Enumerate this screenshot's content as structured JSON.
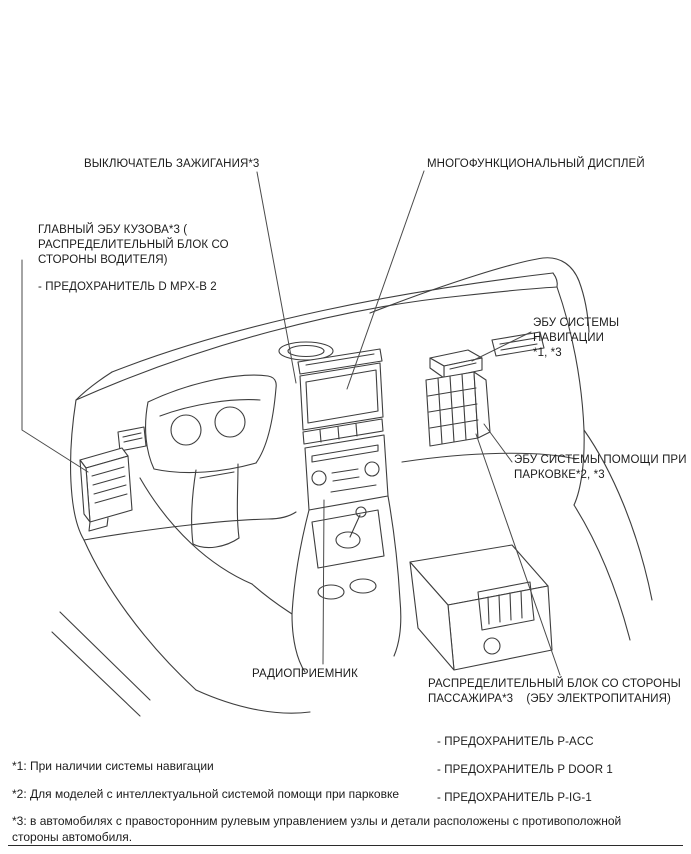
{
  "colors": {
    "background": "#ffffff",
    "line": "#3e3e3e",
    "text": "#1c1c1c"
  },
  "callouts": {
    "ignition_switch": {
      "label": "ВЫКЛЮЧАТЕЛЬ ЗАЖИГАНИЯ*3"
    },
    "multifunction_display": {
      "label": "МНОГОФУНКЦИОНАЛЬНЫЙ ДИСПЛЕЙ"
    },
    "main_body_ecu": {
      "label": "ГЛАВНЫЙ ЭБУ КУЗОВА*3 (\nРАСПРЕДЕЛИТЕЛЬНЫЙ БЛОК СО\nСТОРОНЫ ВОДИТЕЛЯ)",
      "fuse": "- ПРЕДОХРАНИТЕЛЬ D MPX-B 2"
    },
    "navigation_ecu": {
      "label": "ЭБУ СИСТЕМЫ НАВИГАЦИИ\n*1, *3"
    },
    "parking_assist_ecu": {
      "label": "ЭБУ СИСТЕМЫ ПОМОЩИ ПРИ\nПАРКОВКЕ*2, *3"
    },
    "radio": {
      "label": "РАДИОПРИЕМНИК"
    },
    "passenger_junction_block": {
      "label": "РАСПРЕДЕЛИТЕЛЬНЫЙ БЛОК СО СТОРОНЫ\nПАССАЖИРА*3    (ЭБУ ЭЛЕКТРОПИТАНИЯ)",
      "fuses": [
        "- ПРЕДОХРАНИТЕЛЬ P-ACC",
        "- ПРЕДОХРАНИТЕЛЬ P DOOR 1",
        "- ПРЕДОХРАНИТЕЛЬ P-IG-1"
      ]
    }
  },
  "footnotes": [
    "*1: При наличии системы навигации",
    "*2: Для моделей с интеллектуальной системой помощи при парковке",
    "*3: в автомобилях с правосторонним рулевым управлением узлы и детали расположены с противоположной\nстороны автомобиля."
  ]
}
